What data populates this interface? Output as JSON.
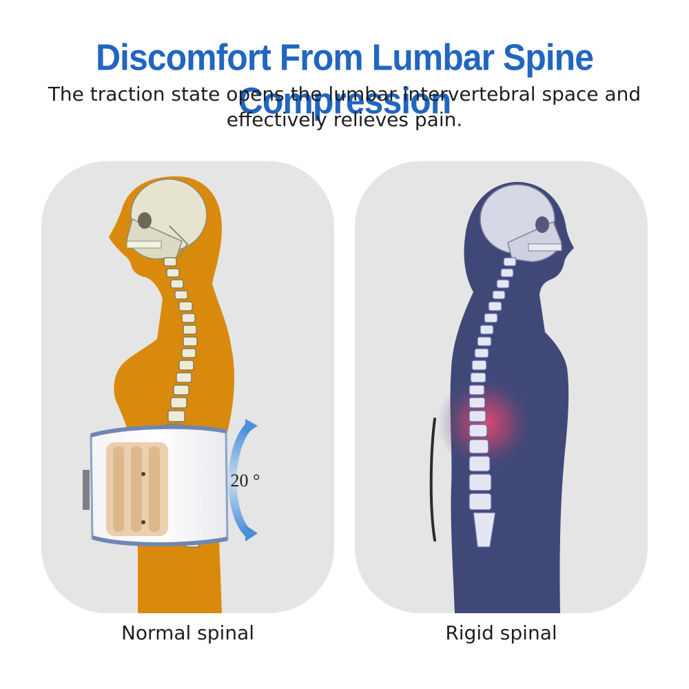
{
  "header": {
    "title": "Discomfort From Lumbar Spine Compression",
    "subtitle_line1": "The traction state opens the lumbar intervertebral space and",
    "subtitle_line2": "effectively relieves pain."
  },
  "left_panel": {
    "caption": "Normal spinal",
    "angle_label": "20 °",
    "body_color": "#d98a0c"
  },
  "right_panel": {
    "caption": "Rigid spinal",
    "body_color": "#404878",
    "pain_color": "#d2375e"
  },
  "colors": {
    "title": "#2166c0",
    "panel_bg": "#e5e5e6",
    "arrow": "#4a90d9"
  }
}
